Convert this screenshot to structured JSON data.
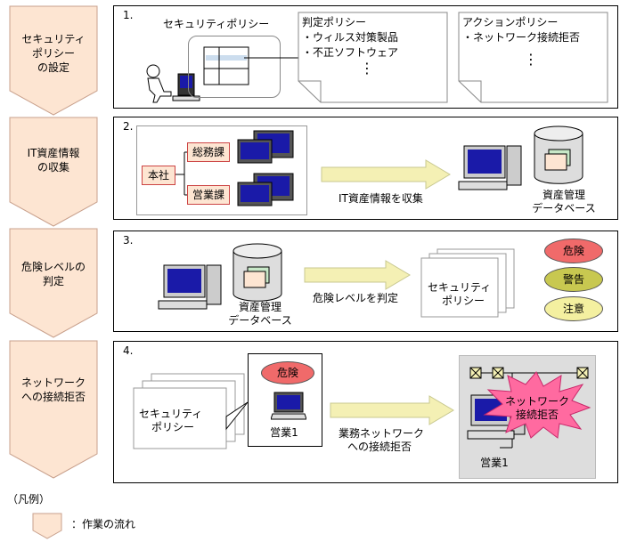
{
  "steps": [
    {
      "label_lines": [
        "セキュリティ",
        "ポリシー",
        "の設定"
      ]
    },
    {
      "label_lines": [
        "IT資産情報",
        "の収集"
      ]
    },
    {
      "label_lines": [
        "危険レベルの",
        "判定"
      ]
    },
    {
      "label_lines": [
        "ネットワーク",
        "への接続拒否"
      ]
    }
  ],
  "panel1": {
    "number": "1.",
    "security_policy": "セキュリティポリシー",
    "judgement_policy": {
      "title": "判定ポリシー",
      "items": [
        "・ウィルス対策製品",
        "・不正ソフトウェア"
      ],
      "more": "⋮"
    },
    "action_policy": {
      "title": "アクションポリシー",
      "items": [
        "・ネットワーク接続拒否"
      ],
      "more": "⋮"
    }
  },
  "panel2": {
    "number": "2.",
    "head_office": "本社",
    "dept_general": "総務課",
    "dept_sales": "営業課",
    "arrow_label": "IT資産情報を収集",
    "db_label_lines": [
      "資産管理",
      "データベース"
    ]
  },
  "panel3": {
    "number": "3.",
    "db_label_lines": [
      "資産管理",
      "データベース"
    ],
    "arrow_label": "危険レベルを判定",
    "policy_label_lines": [
      "セキュリティ",
      "ポリシー"
    ],
    "levels": [
      {
        "label": "危険",
        "color": "#f06a6a"
      },
      {
        "label": "警告",
        "color": "#c8c850"
      },
      {
        "label": "注意",
        "color": "#f4f0a0"
      }
    ]
  },
  "panel4": {
    "number": "4.",
    "policy_label_lines": [
      "セキュリティ",
      "ポリシー"
    ],
    "danger_label": "危険",
    "sales_pc": "営業1",
    "arrow_label_lines": [
      "業務ネットワーク",
      "への接続拒否"
    ],
    "denied_lines": [
      "ネットワーク",
      "接続拒否"
    ],
    "sales_pc_right": "営業1"
  },
  "legend": {
    "title": "（凡例）",
    "flow_label": "：作業の流れ"
  },
  "colors": {
    "step_fill": "#fde5d2",
    "step_stroke": "#c8a08c",
    "arrow_fill": "#f4f0b4",
    "box_fill": "#fde5d2",
    "screen": "#1a1aa8",
    "burst": "#ff6aa0"
  }
}
